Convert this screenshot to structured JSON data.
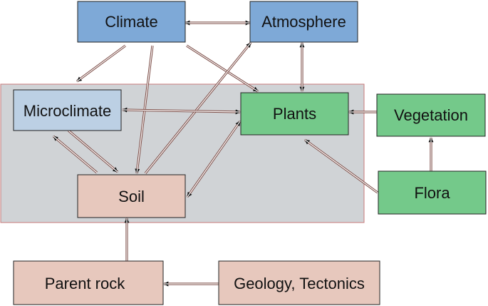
{
  "nodes": {
    "climate": "Climate",
    "atmosphere": "Atmosphere",
    "microclimate": "Microclimate",
    "plants": "Plants",
    "vegetation": "Vegetation",
    "soil": "Soil",
    "flora": "Flora",
    "parent_rock": "Parent rock",
    "geology": "Geology, Tectonics"
  },
  "colors": {
    "blue": "#7ea9d7",
    "light_blue": "#bcd0e4",
    "green": "#74c98a",
    "pink": "#e7c8bd",
    "region": "#d0d3d6",
    "region_border": "#c77a7a",
    "arrow_outline": "#7b4b45",
    "arrow_head": "#111111"
  }
}
